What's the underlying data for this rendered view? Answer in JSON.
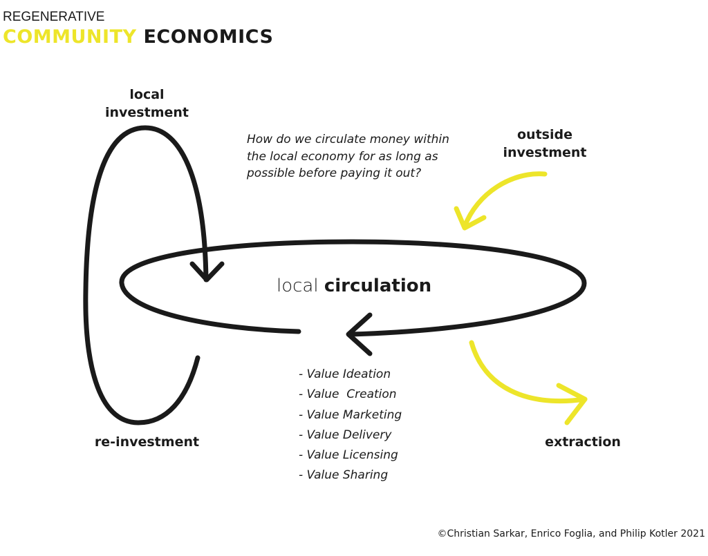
{
  "header": {
    "subtitle": "REGENERATIVE",
    "title_highlight": "COMMUNITY",
    "title_rest": "ECONOMICS",
    "highlight_color": "#ede52a",
    "text_color": "#1a1a1a"
  },
  "labels": {
    "local_investment_line1": "local",
    "local_investment_line2": "investment",
    "outside_investment_line1": "outside",
    "outside_investment_line2": "investment",
    "reinvestment": "re-investment",
    "extraction": "extraction"
  },
  "question": {
    "line1": "How do we circulate money within",
    "line2": "the local economy for as long as",
    "line3": "possible before paying it out?"
  },
  "center": {
    "light": "local ",
    "bold": "circulation"
  },
  "value_list": [
    "- Value Ideation",
    "- Value  Creation",
    "- Value Marketing",
    "- Value Delivery",
    "- Value Licensing",
    "- Value Sharing"
  ],
  "footer": {
    "copyright": "©Christian Sarkar, Enrico Foglia, and Philip Kotler 2021"
  },
  "arrows": {
    "black_color": "#1a1a1a",
    "yellow_color": "#ede52a"
  }
}
